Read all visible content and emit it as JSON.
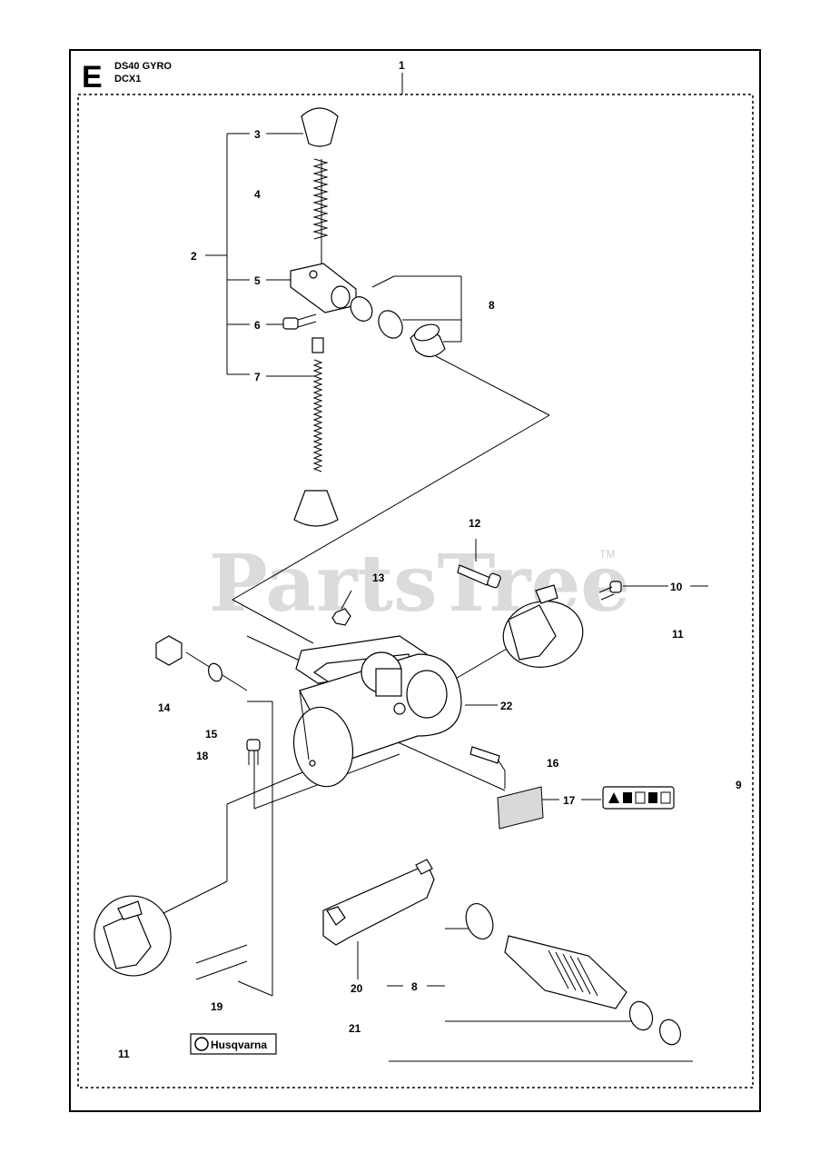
{
  "header": {
    "section_letter": "E",
    "model_line_1": "DS40 GYRO",
    "model_line_2": "DCX1"
  },
  "watermark": {
    "text": "PartsTree",
    "trademark": "TM"
  },
  "brand_logo": {
    "text": "Husqvarna"
  },
  "callouts": {
    "c1": "1",
    "c2": "2",
    "c3": "3",
    "c4": "4",
    "c5": "5",
    "c6": "6",
    "c7": "7",
    "c8a": "8",
    "c8b": "8",
    "c9": "9",
    "c10": "10",
    "c11a": "11",
    "c11b": "11",
    "c12": "12",
    "c13": "13",
    "c14": "14",
    "c15": "15",
    "c16": "16",
    "c17": "17",
    "c18": "18",
    "c19": "19",
    "c20": "20",
    "c21": "21",
    "c22": "22"
  },
  "colors": {
    "line": "#000000",
    "watermark": "#cfcfcf",
    "background": "#ffffff"
  }
}
